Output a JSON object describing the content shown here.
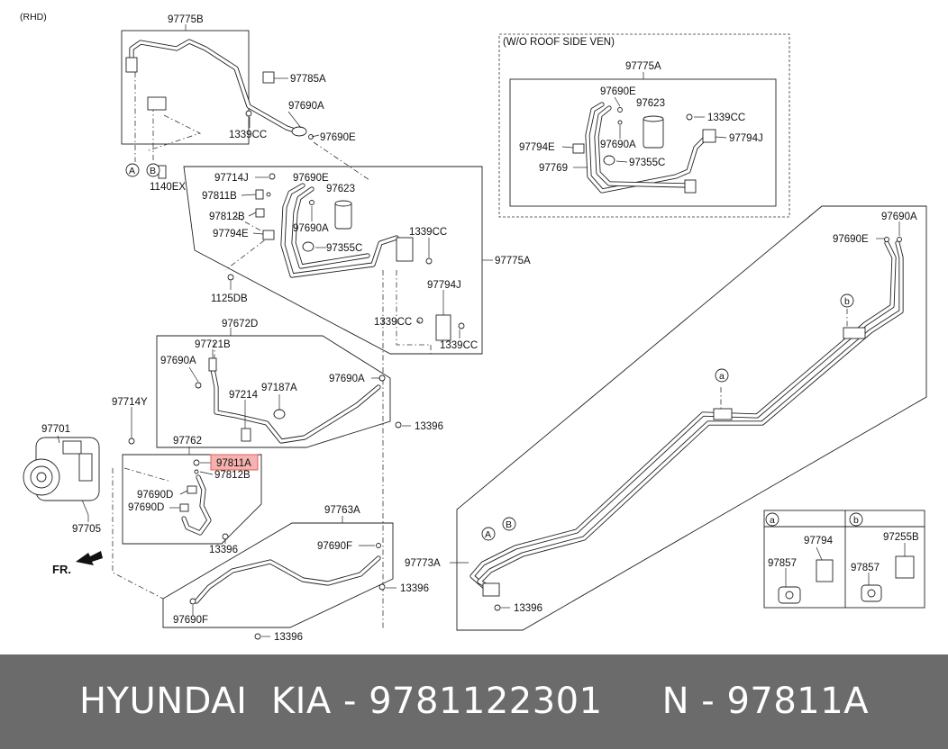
{
  "diagram": {
    "rhd": "(RHD)",
    "fr": "FR.",
    "wo_roof": "(W/O ROOF SIDE VEN)",
    "highlighted_part": "97811A",
    "colors": {
      "highlight_fill": "#f4b2b0",
      "highlight_stroke": "#e0605c",
      "footer_bg": "#6b6b6b"
    },
    "parts": {
      "p97775B": "97775B",
      "p97785A": "97785A",
      "p97690A_1": "97690A",
      "p1339CC_1": "1339CC",
      "p97690E_1": "97690E",
      "pA1": "A",
      "pB1": "B",
      "p1140EX": "1140EX",
      "p97714J": "97714J",
      "p97690E_2": "97690E",
      "p97811B": "97811B",
      "p97623_1": "97623",
      "p97812B_1": "97812B",
      "p97690A_2": "97690A",
      "p97794E_1": "97794E",
      "p97355C_1": "97355C",
      "p1339CC_2": "1339CC",
      "p97775A_main": "97775A",
      "p1125DB": "1125DB",
      "p97794J_1": "97794J",
      "p1339CC_3": "1339CC",
      "p1339CC_4": "1339CC",
      "p97672D": "97672D",
      "p97721B": "97721B",
      "p97690A_3": "97690A",
      "p97214": "97214",
      "p97187A": "97187A",
      "p97690A_4": "97690A",
      "p13396_1": "13396",
      "p97714Y": "97714Y",
      "p97701": "97701",
      "p97762": "97762",
      "p97811A": "97811A",
      "p97812B_2": "97812B",
      "p97690D_1": "97690D",
      "p97690D_2": "97690D",
      "p97705": "97705",
      "p13396_2": "13396",
      "p97763A": "97763A",
      "p97690F_1": "97690F",
      "p13396_3": "13396",
      "p97690F_2": "97690F",
      "p13396_4": "13396",
      "p97775A_inset": "97775A",
      "p97690E_3": "97690E",
      "p97623_2": "97623",
      "p1339CC_5": "1339CC",
      "p97794E_2": "97794E",
      "p97690A_5": "97690A",
      "p97794J_2": "97794J",
      "p97769": "97769",
      "p97355C_2": "97355C",
      "p97690A_6": "97690A",
      "p97690E_4": "97690E",
      "pb1": "b",
      "pa1": "a",
      "p97773A": "97773A",
      "pA2": "A",
      "pB2": "B",
      "p13396_5": "13396",
      "pa_leg": "a",
      "pb_leg": "b",
      "p97794": "97794",
      "p97255B": "97255B",
      "p97857_1": "97857",
      "p97857_2": "97857"
    }
  },
  "footer": {
    "text": "HYUNDAI  KIA - 9781122301     N - 97811A"
  }
}
